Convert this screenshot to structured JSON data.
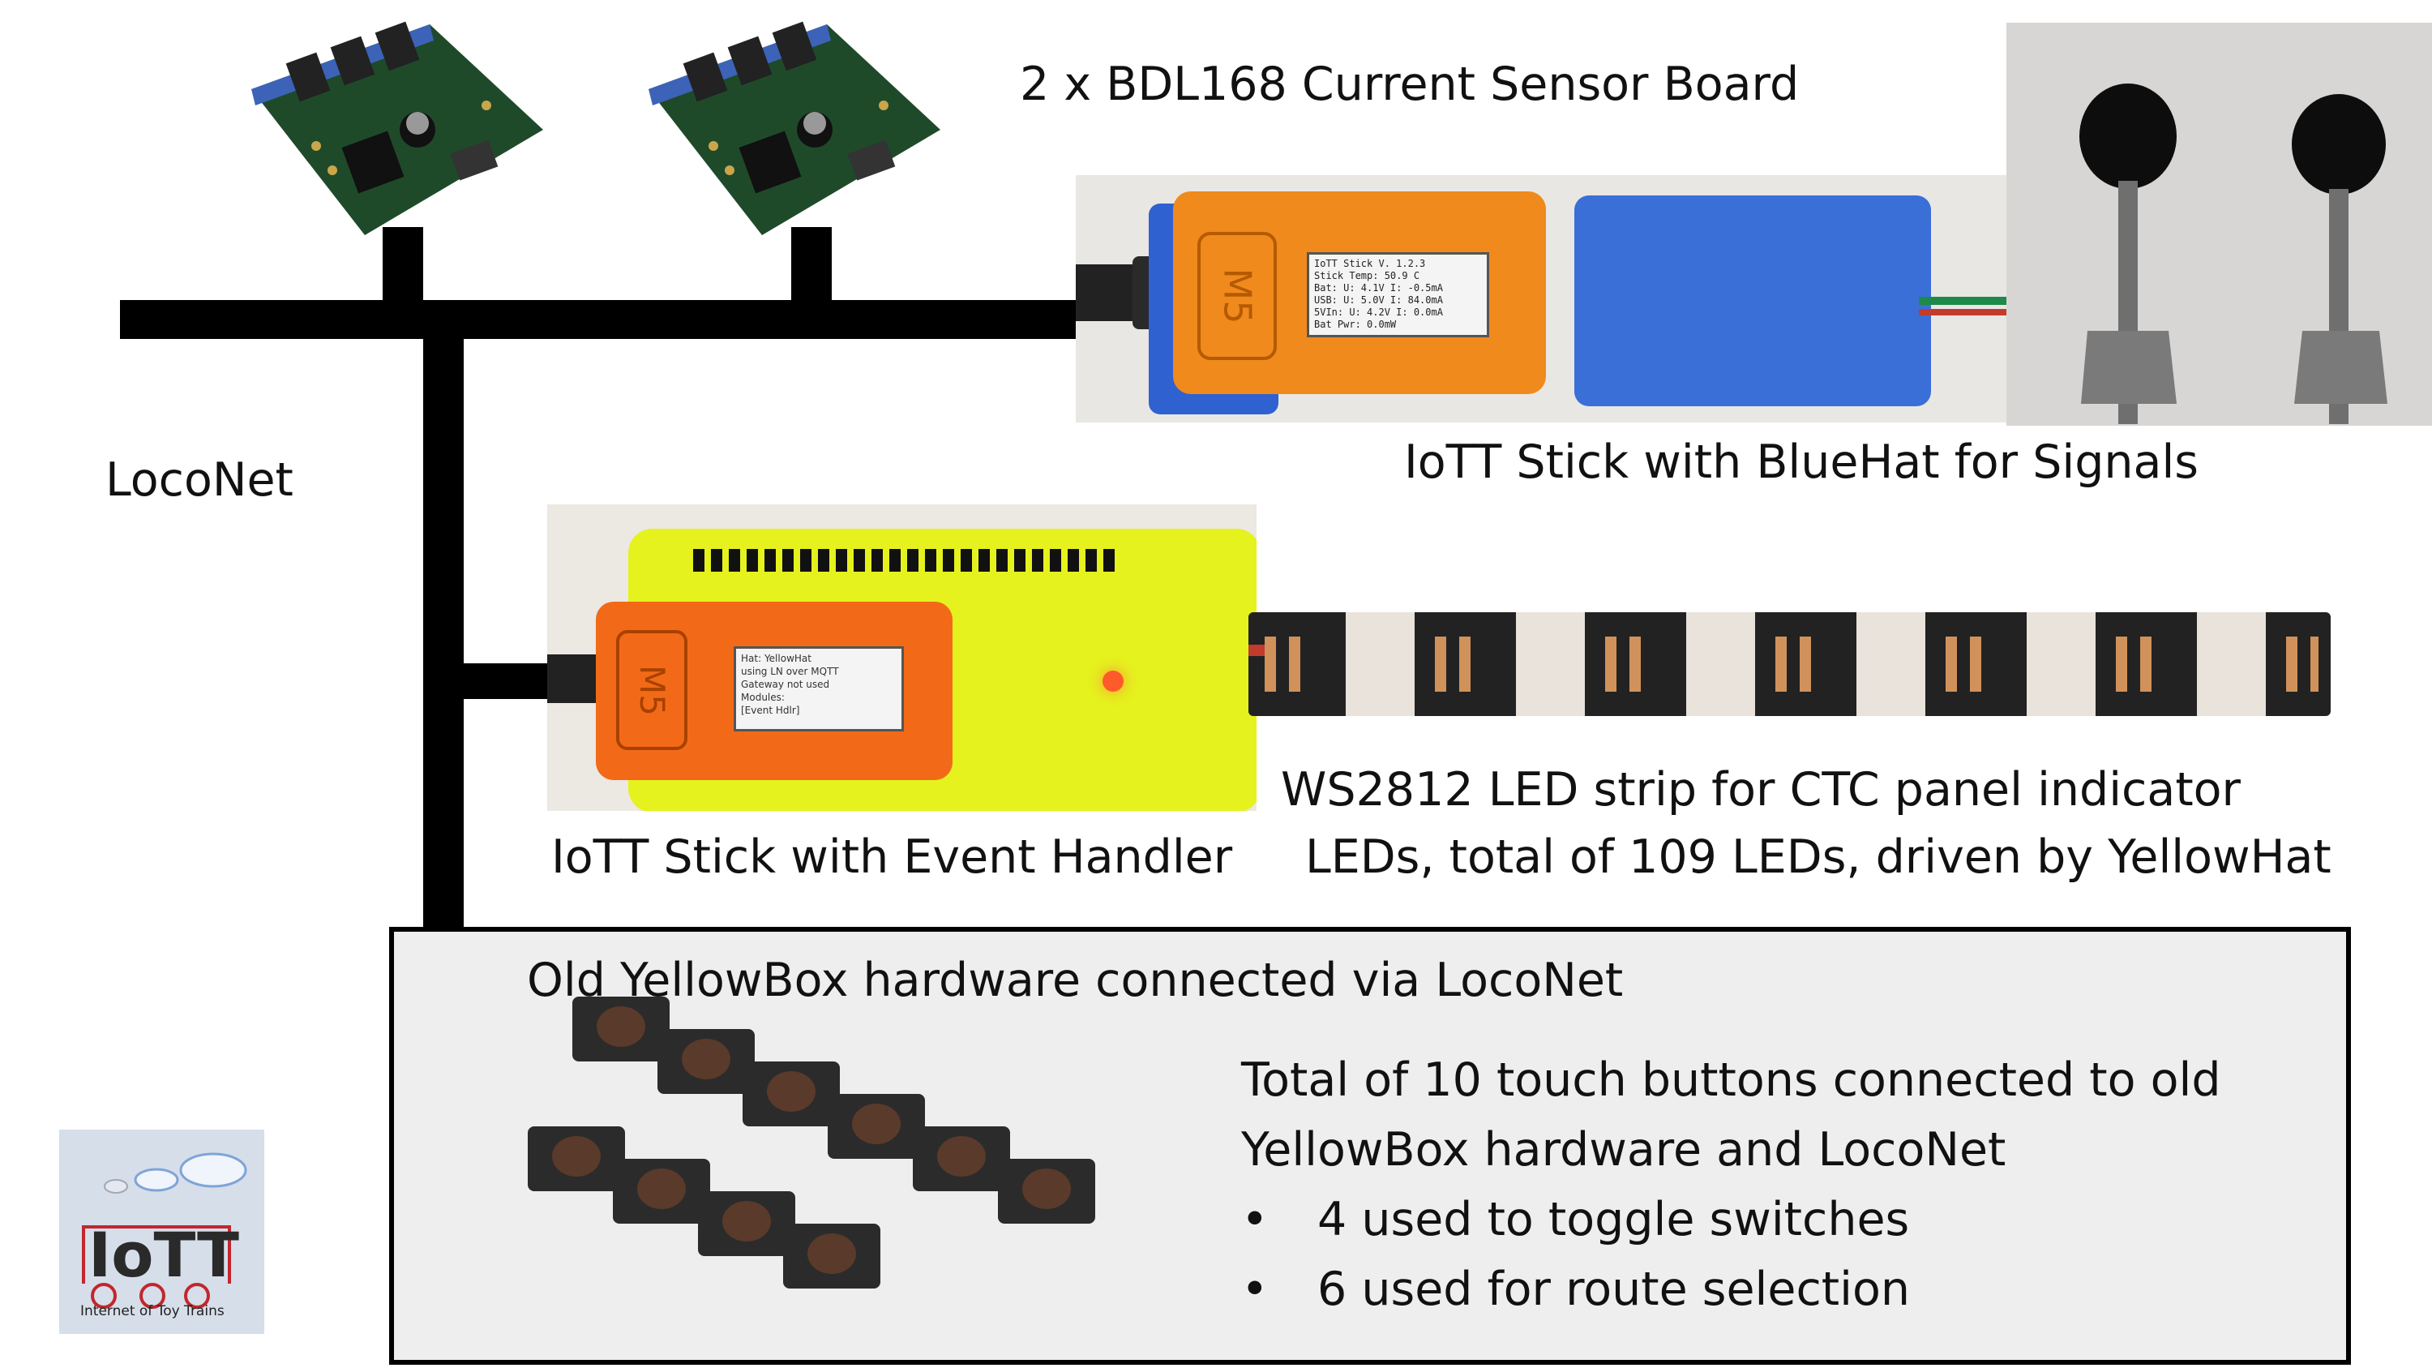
{
  "bus_label": "LocoNet",
  "bdl168_title": "2 x BDL168 Current Sensor Board",
  "bluehat_caption": "IoTT Stick with BlueHat for Signals",
  "bluehat_screen": [
    "IoTT Stick V. 1.2.3",
    "Stick Temp: 50.9 C",
    "Bat:  U: 4.1V I: -0.5mA",
    "USB:  U: 5.0V I: 84.0mA",
    "5VIn: U: 4.2V I: 0.0mA",
    "Bat Pwr: 0.0mW"
  ],
  "event_caption": "IoTT Stick with Event Handler",
  "event_screen": [
    "Hat: YellowHat",
    "using LN over MQTT",
    "Gateway not used",
    "Modules:",
    "[Event Hdlr]"
  ],
  "m5_mark": "M5",
  "led_caption": [
    "WS2812 LED strip for CTC panel indicator",
    "LEDs, total of 109 LEDs, driven by YellowHat"
  ],
  "yellowbox": {
    "title": "Old YellowBox hardware connected via LocoNet",
    "description": [
      "Total of 10 touch buttons connected to old",
      "YellowBox hardware and LocoNet"
    ],
    "bullets": [
      "4 used to toggle switches",
      "6 used for route selection"
    ]
  },
  "logo": {
    "text": "IoTT",
    "subtitle": "Internet of Toy Trains"
  }
}
